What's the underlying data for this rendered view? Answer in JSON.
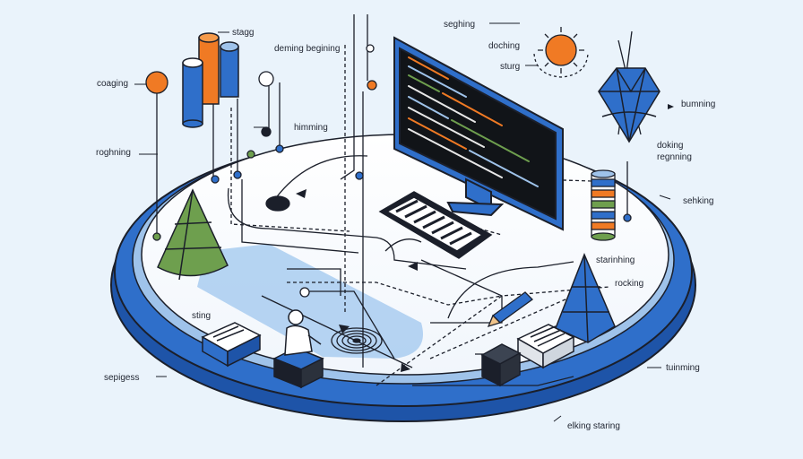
{
  "labels": {
    "stagg": "stagg",
    "deming": "deming begining",
    "seghing": "seghing",
    "doching": "doching",
    "sturg": "sturg",
    "coaging": "coaging",
    "himming": "himming",
    "roghning": "roghning",
    "bumning": "bumning",
    "doking": "doking",
    "regnning": "regnning",
    "sehking": "sehking",
    "starinhing": "starinhing",
    "rocking": "rocking",
    "sting": "sting",
    "sepigess": "sepigess",
    "tuinming": "tuinming",
    "elking": "elking staring"
  },
  "colors": {
    "background": "#eaf3fb",
    "platform_blue": "#2f6fca",
    "platform_top": "#ffffff",
    "accent_orange": "#f07a24",
    "accent_green": "#6e9f4e",
    "accent_light_blue": "#9fc3ea",
    "outline": "#1b1f2a",
    "screen": "#111418"
  },
  "icons": [
    "sun-icon",
    "monitor-icon",
    "keyboard-icon",
    "cylinder-icon",
    "cone-icon",
    "gem-icon",
    "pyramid-icon",
    "book-icon",
    "person-icon",
    "target-icon",
    "cube-icon",
    "pencil-icon",
    "disk-stack-icon",
    "document-box-icon"
  ]
}
